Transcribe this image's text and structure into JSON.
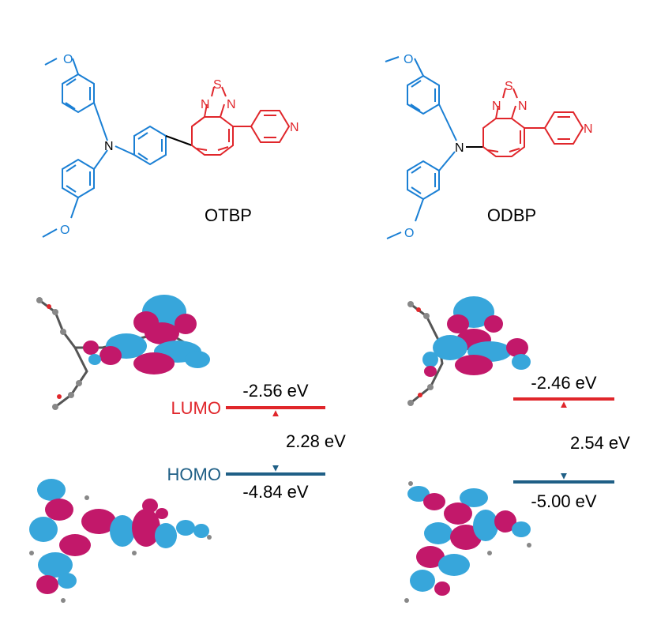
{
  "colors": {
    "donor": "#1a7fd4",
    "acceptor": "#e0262b",
    "bond_link": "#000000",
    "lumo_line": "#e0262b",
    "homo_line": "#1f5f86",
    "orbital_magenta": "#c2186a",
    "orbital_cyan": "#37a6db",
    "text": "#000000"
  },
  "left_molecule": {
    "name": "OTBP",
    "atoms": {
      "o_top": "O",
      "o_bottom": "O",
      "n_amine": "N",
      "n_bt_left": "N",
      "s_bt": "S",
      "n_bt_right": "N",
      "n_pyridine": "N"
    }
  },
  "right_molecule": {
    "name": "ODBP",
    "atoms": {
      "o_top": "O",
      "o_bottom": "O",
      "n_amine": "N",
      "n_bt_left": "N",
      "s_bt": "S",
      "n_bt_right": "N",
      "n_pyridine": "N"
    }
  },
  "left_energy": {
    "lumo_label": "LUMO",
    "homo_label": "HOMO",
    "lumo_value": "-2.56 eV",
    "homo_value": "-4.84 eV",
    "gap_value": "2.28 eV"
  },
  "right_energy": {
    "lumo_value": "-2.46 eV",
    "homo_value": "-5.00 eV",
    "gap_value": "2.54 eV"
  }
}
